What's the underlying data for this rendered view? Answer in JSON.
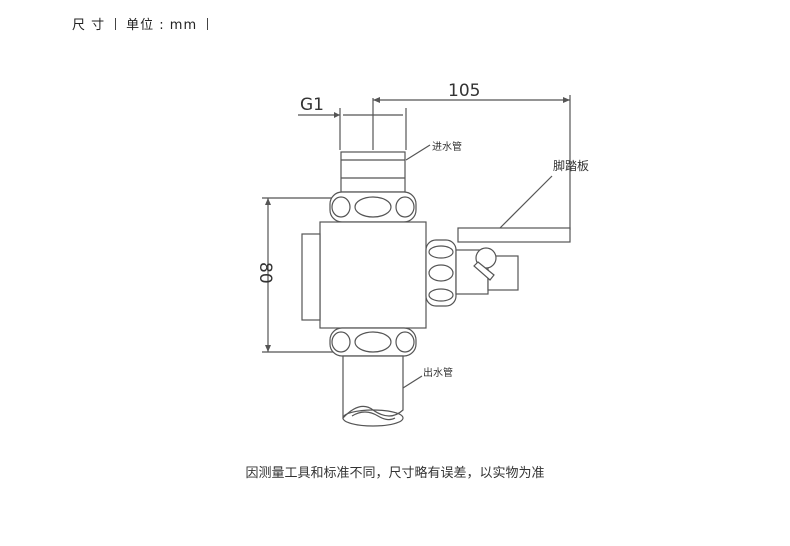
{
  "header": {
    "title": "尺 寸",
    "unit": "单位 : mm"
  },
  "diagram": {
    "dim_thread": "G1",
    "dim_width": "105",
    "dim_height": "80",
    "label_inlet": "进水管",
    "label_pedal": "脚踏板",
    "label_outlet": "出水管"
  },
  "caption": "因测量工具和标准不同，尺寸略有误差，以实物为准"
}
